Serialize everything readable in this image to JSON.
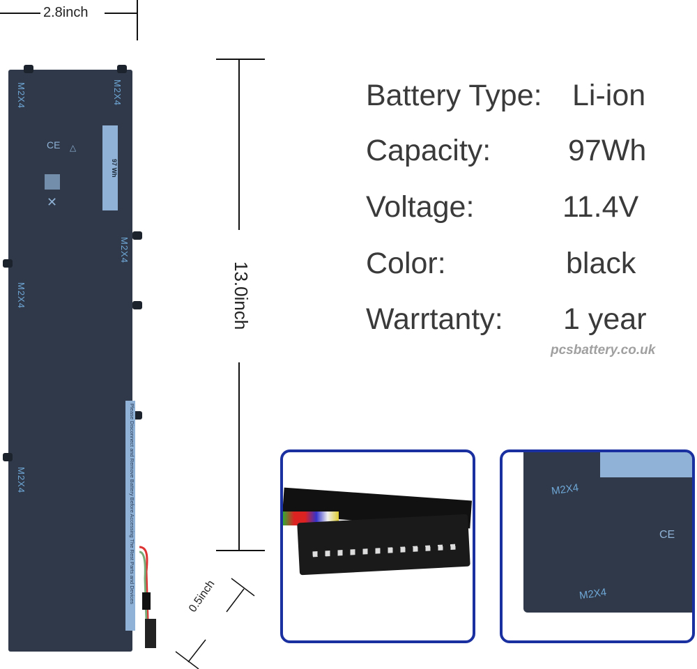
{
  "dimensions": {
    "width": "2.8inch",
    "height": "13.0inch",
    "thickness": "0.5inch"
  },
  "battery": {
    "screw_label": "M2X4",
    "capacity_label": "97 Wh",
    "warning_text": "Please Disconnect and Remove Battery Before Accessing The Rest Parts and Devices"
  },
  "specs": [
    {
      "label": "Battery Type:",
      "value": "Li-ion"
    },
    {
      "label": "Capacity:",
      "value": "97Wh"
    },
    {
      "label": "Voltage:",
      "value": "11.4V"
    },
    {
      "label": "Color:",
      "value": "black"
    },
    {
      "label": "Warrtanty:",
      "value": "1 year"
    }
  ],
  "watermark": "pcsbattery.co.uk",
  "colors": {
    "battery": "#2f3949",
    "frame": "#1a2fa0",
    "screw_label": "#6fa7d6"
  }
}
